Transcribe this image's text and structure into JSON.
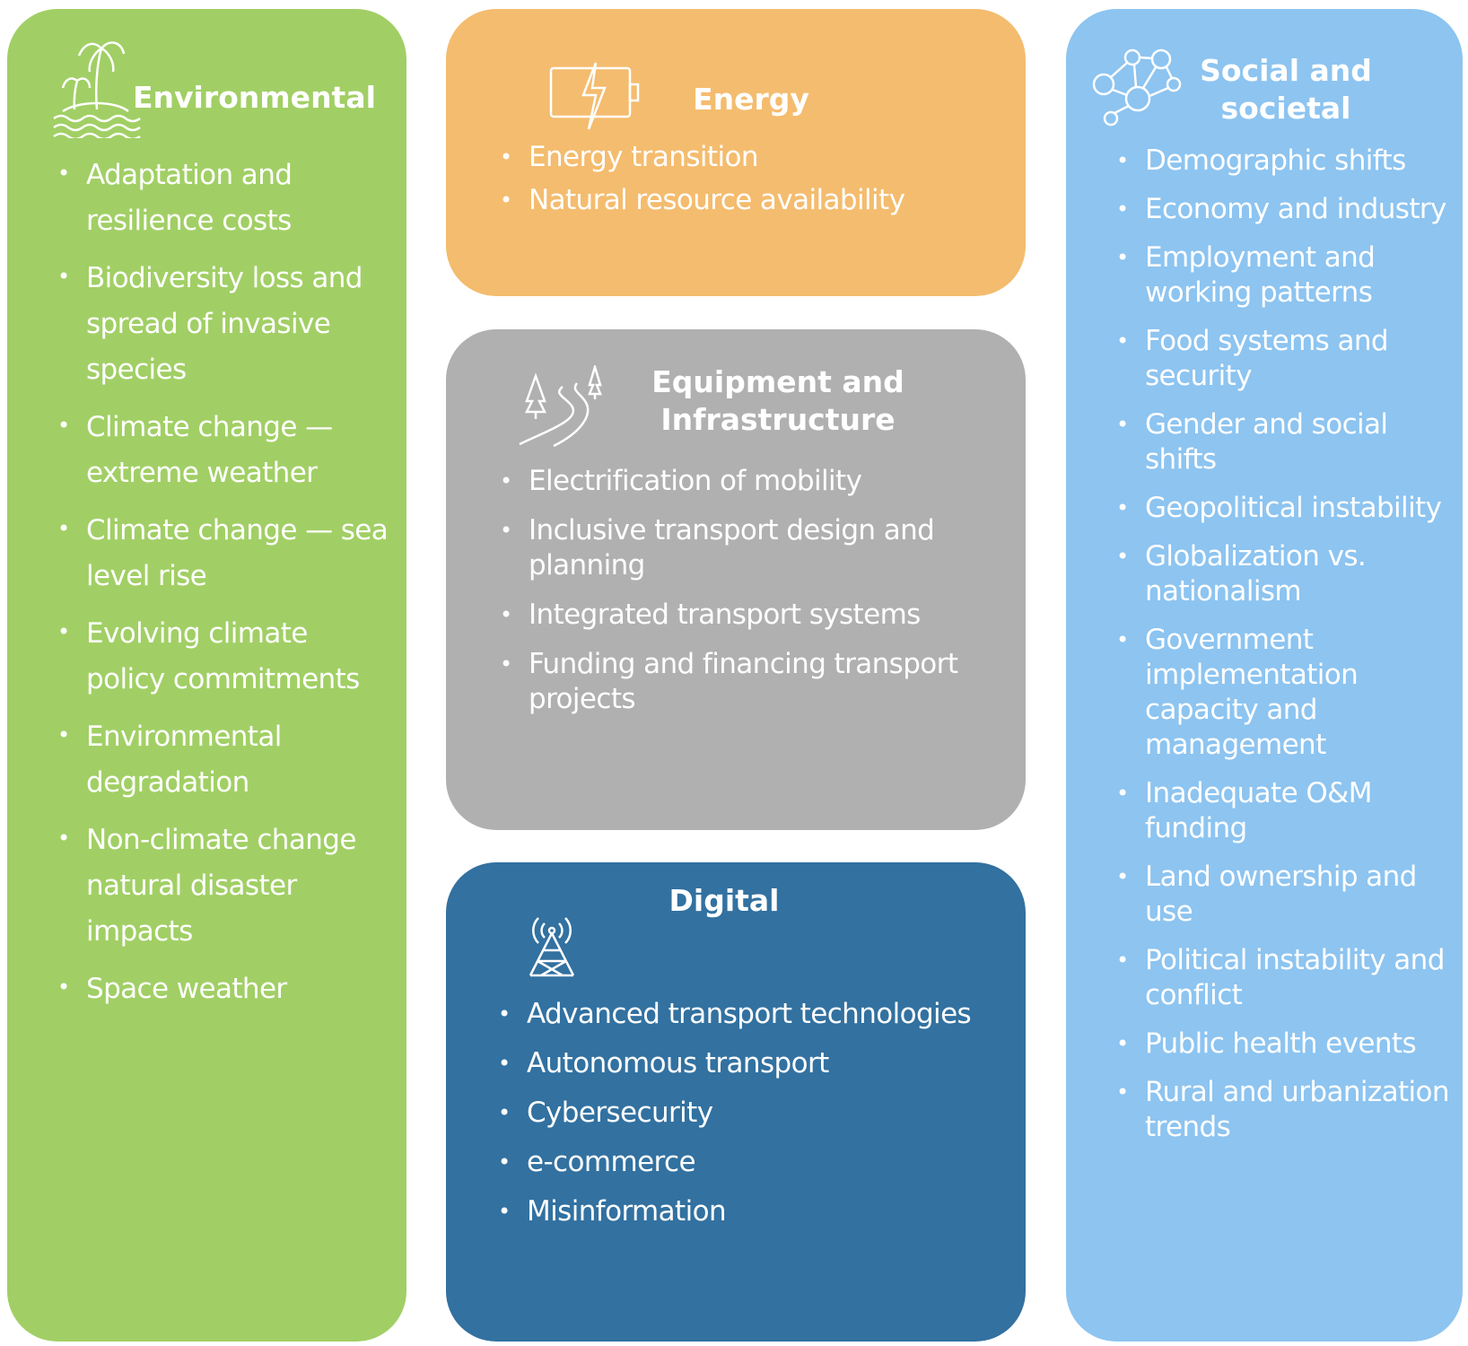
{
  "environmental": {
    "title": "Environmental",
    "icon": "palm-island-icon",
    "items": [
      "Adaptation and resilience costs",
      "Biodiversity loss and spread of invasive species",
      "Climate change — extreme weather",
      "Climate change — sea level rise",
      "Evolving climate policy commitments",
      "Environmental degradation",
      "Non-climate change natural disaster impacts",
      "Space weather"
    ]
  },
  "energy": {
    "title": "Energy",
    "icon": "battery-bolt-icon",
    "items": [
      "Energy transition",
      "Natural resource availability"
    ]
  },
  "equipment": {
    "title": "Equipment and Infrastructure",
    "icon": "road-trees-icon",
    "items": [
      "Electrification of mobility",
      "Inclusive transport design and planning",
      "Integrated transport systems",
      "Funding and financing transport projects"
    ]
  },
  "digital": {
    "title": "Digital",
    "icon": "antenna-tower-icon",
    "items": [
      "Advanced transport technologies",
      "Autonomous transport",
      "Cybersecurity",
      "e-commerce",
      "Misinformation"
    ]
  },
  "social": {
    "title": "Social and societal",
    "icon": "people-network-icon",
    "items": [
      "Demographic shifts",
      "Economy and industry",
      "Employment and working patterns",
      "Food systems and security",
      "Gender and social shifts",
      "Geopolitical instability",
      "Globalization vs. nationalism",
      "Government implementation capacity and management",
      "Inadequate O&M funding",
      "Land ownership and use",
      "Political instability and conflict",
      "Public health events",
      "Rural and urbanization trends"
    ]
  },
  "colors": {
    "environmental": "#A1CF65",
    "energy": "#F4BC6E",
    "equipment": "#B0B0B0",
    "digital": "#3271A0",
    "social": "#8DC4F0"
  }
}
